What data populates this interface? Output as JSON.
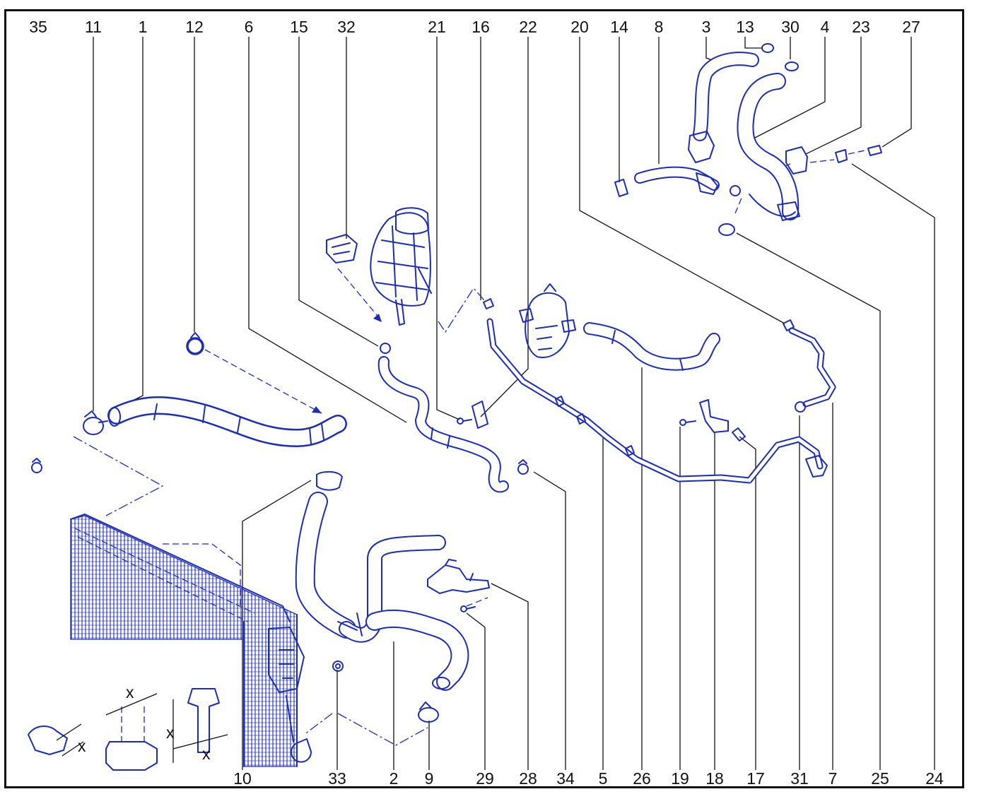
{
  "callouts": {
    "top": [
      "35",
      "11",
      "1",
      "12",
      "6",
      "15",
      "32",
      "21",
      "16",
      "22",
      "20",
      "14",
      "8",
      "3",
      "13",
      "30",
      "4",
      "23",
      "27"
    ],
    "bottom": [
      "10",
      "33",
      "2",
      "9",
      "29",
      "28",
      "34",
      "5",
      "26",
      "19",
      "18",
      "17",
      "31",
      "7",
      "25",
      "24"
    ]
  },
  "dimension_marks": [
    "x",
    "x",
    "x",
    "x"
  ],
  "colors": {
    "line": "#1c2db4",
    "label": "#111111",
    "frame": "#111111"
  }
}
